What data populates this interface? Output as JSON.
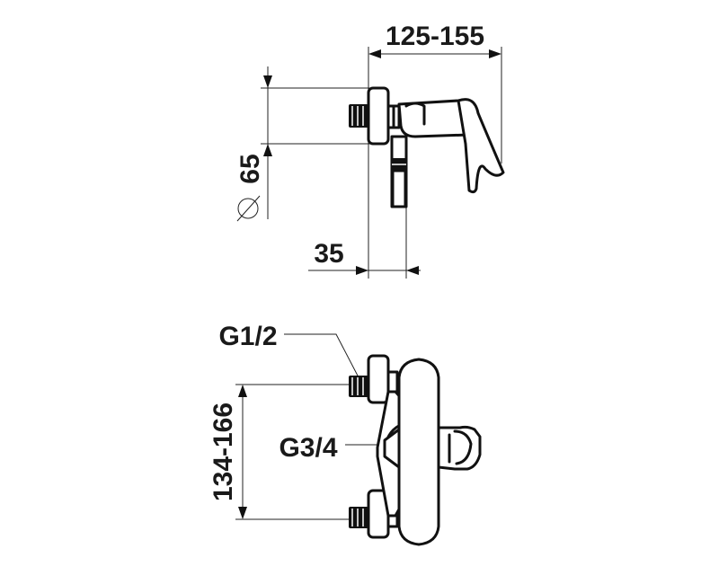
{
  "dimensions": {
    "projection_width": "125-155",
    "rosette_diameter": "65",
    "wall_offset": "35",
    "inlet_spacing": "134-166"
  },
  "threads": {
    "inlet": "G1/2",
    "outlet": "G3/4"
  },
  "symbols": {
    "diameter": "⌀"
  }
}
